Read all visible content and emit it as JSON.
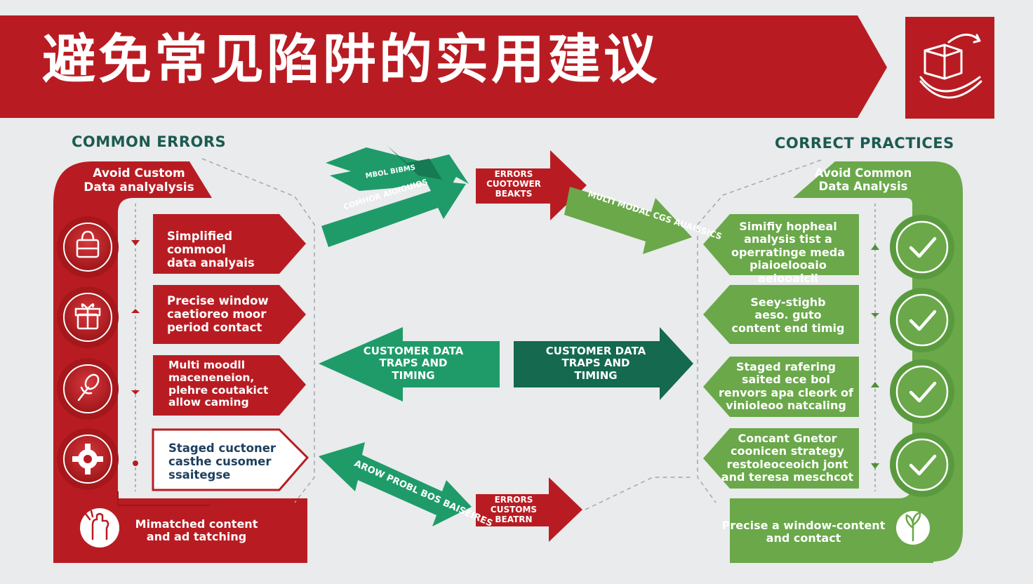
{
  "title": "避免常见陷阱的实用建议",
  "logo_icon": "box-with-arrow-icon",
  "colors": {
    "red": "#b81c22",
    "red_dark": "#9e1519",
    "green_teal": "#1e9b69",
    "green_dark": "#14694f",
    "green_light": "#6aa84a",
    "background": "#e9ebec"
  },
  "left": {
    "heading": "COMMON ERRORS",
    "cap": "Avoid Custom\nData analyalysis",
    "items": [
      {
        "text": "Simplified commool\ndata analyais",
        "icon": "shopping-bag-icon"
      },
      {
        "text": "Precise window\ncaetioreo moor\nperiod contact",
        "icon": "gift-icon"
      },
      {
        "text": "Multi moodll\nmaceneneion,\nplehre coutakict\nallow caming",
        "icon": "microphone-icon"
      },
      {
        "text": "Staged cuctoner\ncasthe cusomer\nssaitegse",
        "icon": "gear-icon"
      }
    ],
    "footer": "Mimatched content\nand ad tatching",
    "footer_icon": "hand-icon"
  },
  "right": {
    "heading": "CORRECT PRACTICES",
    "cap": "Avoid Common\nData Analysis",
    "items": [
      {
        "text": "Simifiy hopheal\nanalysis tist a\noperratinge meda\npiaioelooaio aeiooaicii",
        "icon": "check-icon"
      },
      {
        "text": "Seey-stighb\naeso. guto\ncontent end timig",
        "icon": "check-icon"
      },
      {
        "text": "Staged rafering\nsaited ece bol\nrenvors apa cleork of\nvinioleoo natcaling",
        "icon": "check-icon"
      },
      {
        "text": "Concant Gnetor\ncoonicen strategy\nrestoleoceoich jont\nand teresa meschcot",
        "icon": "check-icon"
      }
    ],
    "footer": "Precise a window-content\nand contact",
    "footer_icon": "plant-icon"
  },
  "center": {
    "top_left_arrow_label": "COMHOR AIOIOUIOS",
    "top_left_arrow_small": "MBOL BIBMS",
    "errors_top": "ERRORS\nCUOTOWER\nBEAKTS",
    "multi_modal": "MULTI MODAL\nCGS AUAISSICS",
    "center_left_arrow": "CUSTOMER DATA\nTRAPS AND\nTIMING",
    "center_right_arrow": "CUSTOMER DATA\nTRAPS AND\nTIMING",
    "bottom_left_arrow": "AROW PROBL\nBOS BAISEIRES",
    "errors_bottom": "ERRORS\nCUSTOMS\nBEATRN"
  }
}
